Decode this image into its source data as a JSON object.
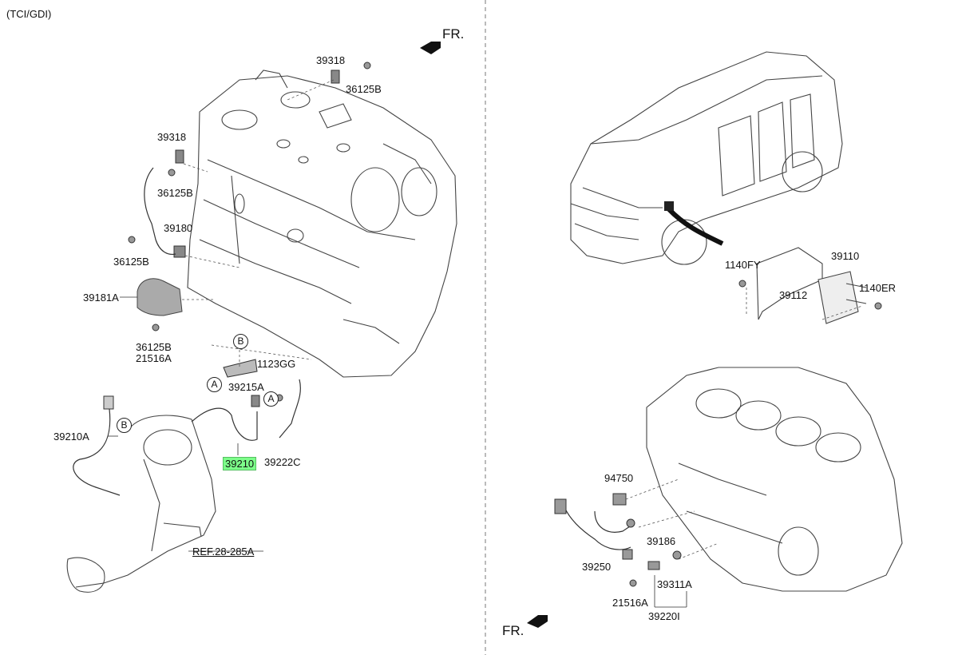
{
  "header": {
    "title": "(TCI/GDI)"
  },
  "fr_label": "FR.",
  "markers": {
    "a": "A",
    "b": "B"
  },
  "labels": {
    "p39318_top": "39318",
    "p36125B_top": "36125B",
    "p39318_left": "39318",
    "p36125B_left": "36125B",
    "p39180": "39180",
    "p36125B_mid": "36125B",
    "p39181A": "39181A",
    "p36125B_low": "36125B",
    "p21516A_left": "21516A",
    "p1123GG": "1123GG",
    "p39215A": "39215A",
    "p39210A": "39210A",
    "p39210": "39210",
    "p39222C": "39222C",
    "ref": "REF.28-285A",
    "p1140FY": "1140FY",
    "p39110": "39110",
    "p39112": "39112",
    "p1140ER": "1140ER",
    "p94750": "94750",
    "p39186": "39186",
    "p39250": "39250",
    "p39311A": "39311A",
    "p21516A_right": "21516A",
    "p39220I": "39220I"
  }
}
